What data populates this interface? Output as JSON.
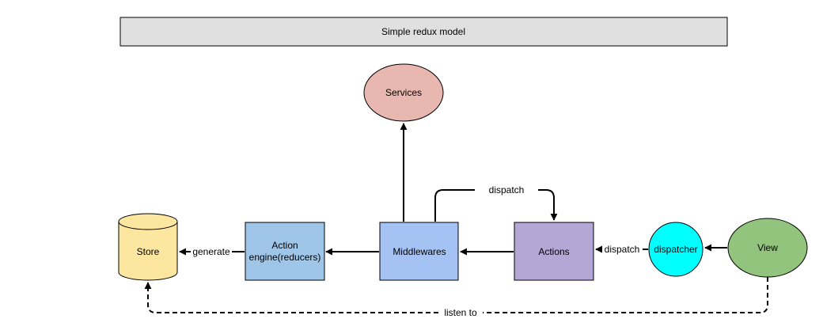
{
  "title": "Simple redux model",
  "nodes": {
    "services": {
      "label": "Services",
      "fill": "#e8b8b0"
    },
    "store": {
      "label": "Store",
      "fill": "#fce6a0"
    },
    "action_engine": {
      "label_line1": "Action",
      "label_line2": "engine(reducers)",
      "fill": "#9fc5e8"
    },
    "middlewares": {
      "label": "Middlewares",
      "fill": "#a4c2f4"
    },
    "actions": {
      "label": "Actions",
      "fill": "#b4a7d6"
    },
    "dispatcher": {
      "label": "dispatcher",
      "fill": "#00ffff"
    },
    "view": {
      "label": "View",
      "fill": "#93c47d"
    }
  },
  "edges": {
    "generate": "generate",
    "dispatch_loop": "dispatch",
    "dispatch_in": "dispatch",
    "listen_to": "listen to"
  },
  "colors": {
    "title_fill": "#e0e0e0",
    "stroke": "#000000"
  }
}
